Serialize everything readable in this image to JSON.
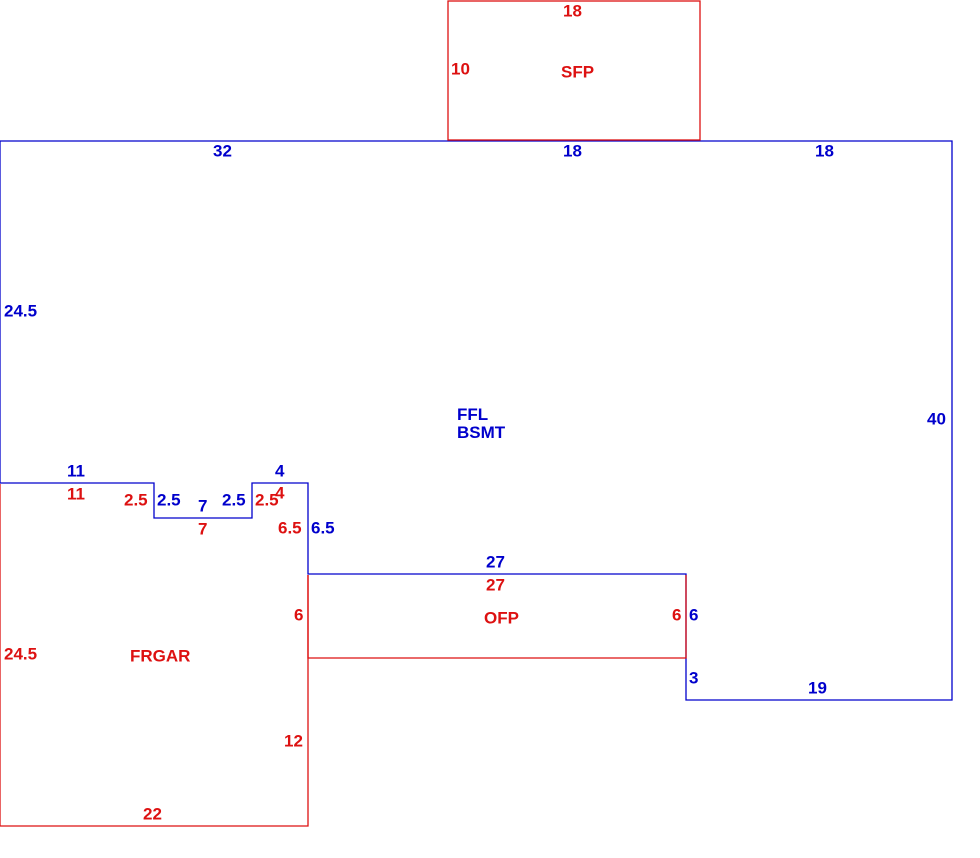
{
  "colors": {
    "main": "#0000cc",
    "secondary": "#dd1111",
    "background": "#ffffff"
  },
  "areas": {
    "main": {
      "name_line1": "FFL",
      "name_line2": "BSMT"
    },
    "sfp": {
      "name": "SFP"
    },
    "ofp": {
      "name": "OFP"
    },
    "garage": {
      "name": "FRGAR"
    }
  },
  "dimensions": {
    "main_top_left": "32",
    "main_top_mid": "18",
    "main_top_right": "18",
    "main_left": "24.5",
    "main_right": "40",
    "main_bottom_right": "19",
    "main_right_step": "3",
    "main_notch_left_top": "11",
    "main_notch_down1": "2.5",
    "main_notch_bottom": "7",
    "main_notch_up": "2.5",
    "main_notch_top2": "4",
    "main_notch_down2": "6.5",
    "main_porch_top": "27",
    "main_porch_side": "6",
    "sfp_top": "18",
    "sfp_left": "10",
    "ofp_top": "27",
    "ofp_side": "6",
    "gar_top": "11",
    "gar_notch_down1": "2.5",
    "gar_notch_bottom": "7",
    "gar_notch_up": "2.5",
    "gar_top2": "4",
    "gar_right_upper": "6.5",
    "gar_right_mid": "6",
    "gar_right_lower": "12",
    "gar_left": "24.5",
    "gar_bottom": "22"
  }
}
